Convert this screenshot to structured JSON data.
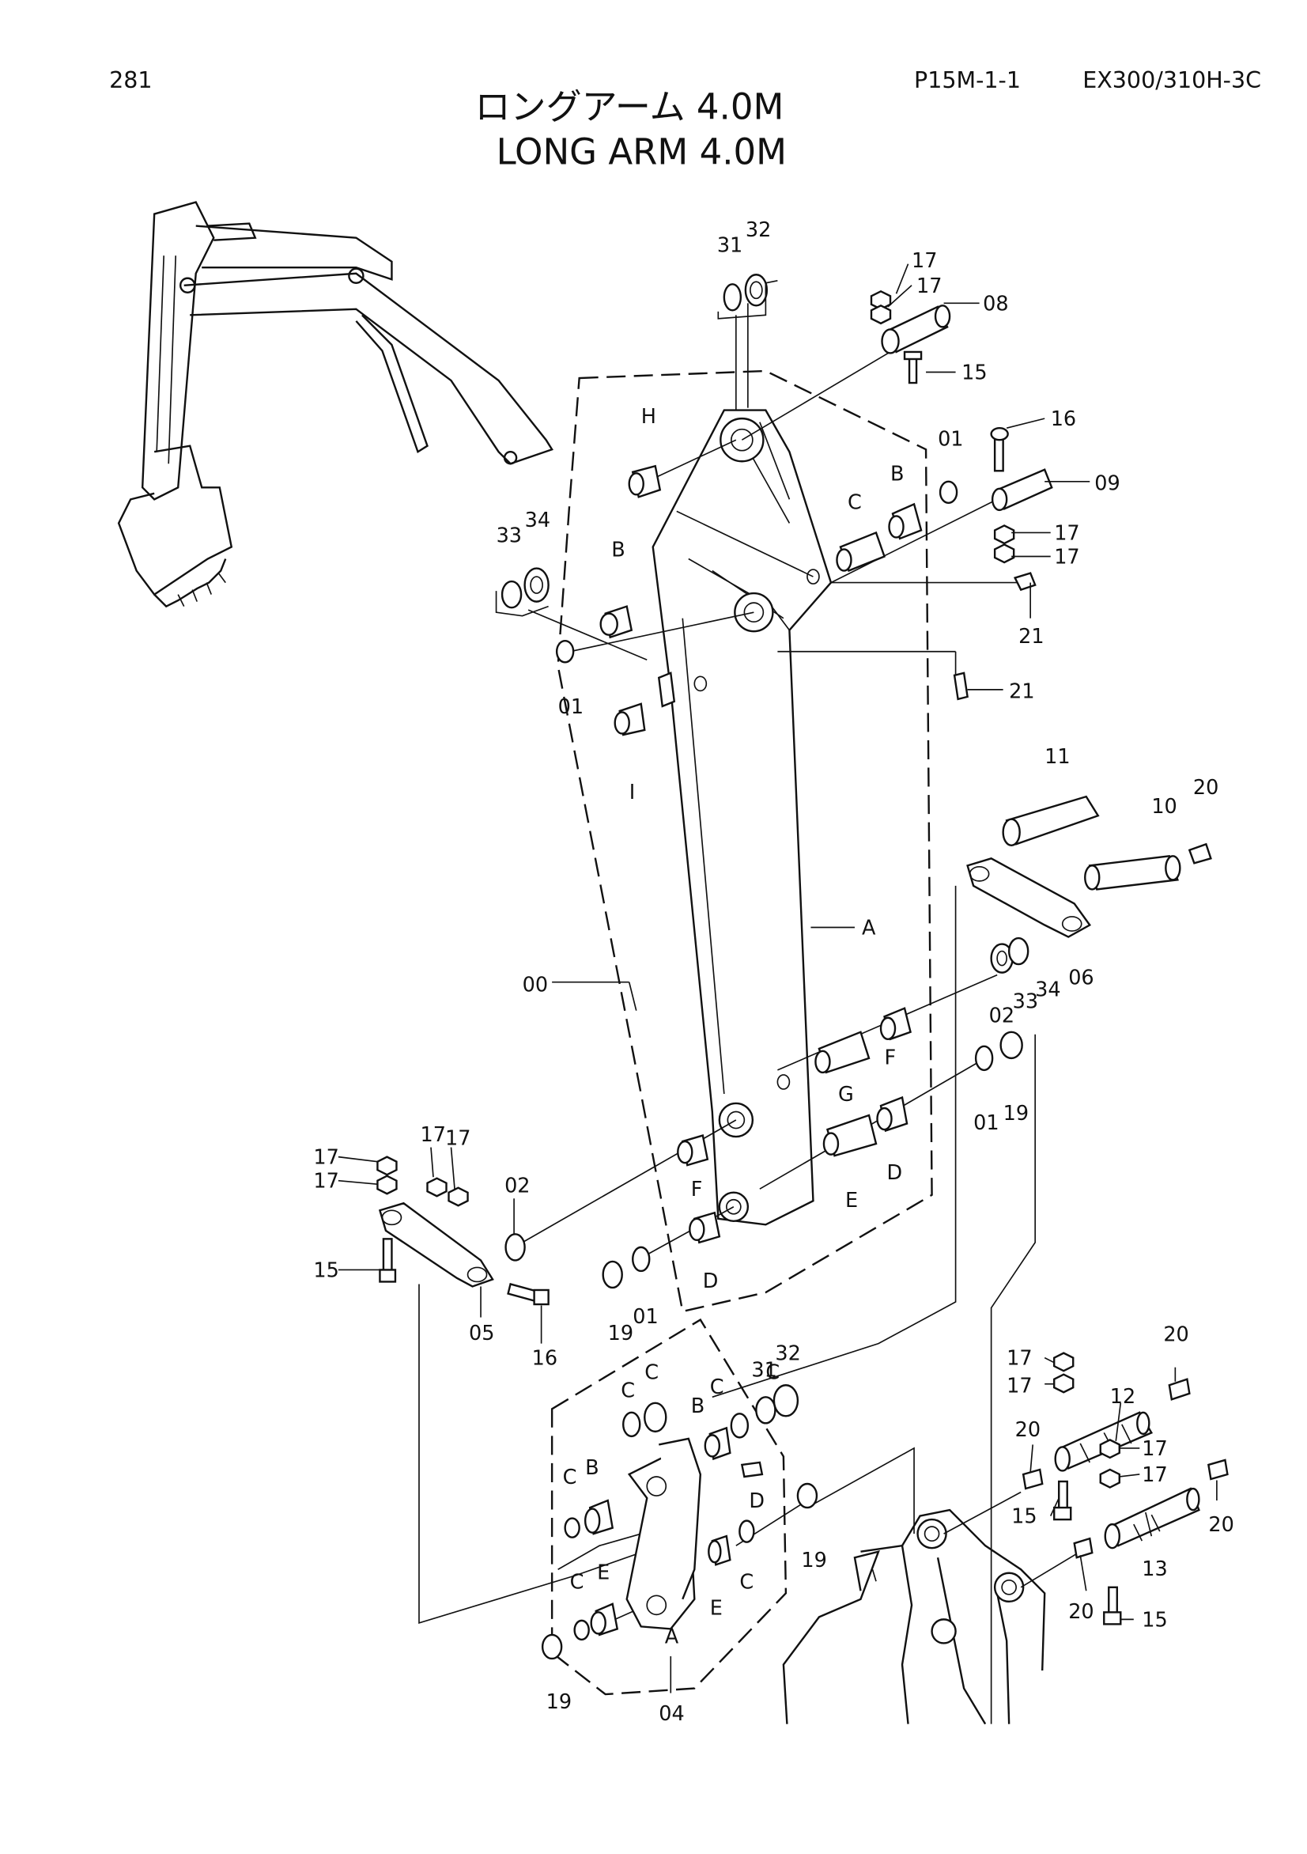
{
  "header": {
    "page_number": "281",
    "catalog_ref": "P15M-1-1",
    "model": "EX300/310H-3C",
    "title_jp": "ロングアーム 4.0M",
    "title_en": "LONG ARM 4.0M"
  },
  "callouts": {
    "assy_00": "00",
    "arm_A_main": "A",
    "arm_A_link": "A",
    "p01_top": "01",
    "p01_left": "01",
    "p01_lower": "01",
    "p01_right": "01",
    "p02_left": "02",
    "p02_right": "02",
    "p04": "04",
    "p05": "05",
    "p06": "06",
    "p08": "08",
    "p09": "09",
    "p10": "10",
    "p11": "11",
    "p12": "12",
    "p13": "13",
    "p15_top": "15",
    "p15_left": "15",
    "p15_mid": "15",
    "p15_bot": "15",
    "p16_top": "16",
    "p16_bot": "16",
    "p17_a": "17",
    "p17_b": "17",
    "p17_c": "17",
    "p17_d": "17",
    "p17_e": "17",
    "p17_f": "17",
    "p17_g": "17",
    "p17_h": "17",
    "p17_i": "17",
    "p17_j": "17",
    "p17_k": "17",
    "p17_l": "17",
    "p19_a": "19",
    "p19_b": "19",
    "p19_c": "19",
    "p19_d": "19",
    "p20_a": "20",
    "p20_b": "20",
    "p20_c": "20",
    "p20_d": "20",
    "p20_e": "20",
    "p21_a": "21",
    "p21_b": "21",
    "p31_top": "31",
    "p32_top": "32",
    "p31_bot": "31",
    "p32_bot": "32",
    "p33_top": "33",
    "p34_top": "34",
    "p33_mid": "33",
    "p34_mid": "34",
    "B1": "B",
    "B2": "B",
    "B3": "B",
    "B4": "B",
    "C1": "C",
    "C2": "C",
    "C3": "C",
    "C4": "C",
    "C5": "C",
    "C6": "C",
    "C7": "C",
    "C8": "C",
    "D1": "D",
    "D2": "D",
    "D3": "D",
    "E1": "E",
    "E2": "E",
    "E3": "E",
    "F1": "F",
    "F2": "F",
    "G1": "G",
    "H1": "H",
    "I1": "I"
  }
}
